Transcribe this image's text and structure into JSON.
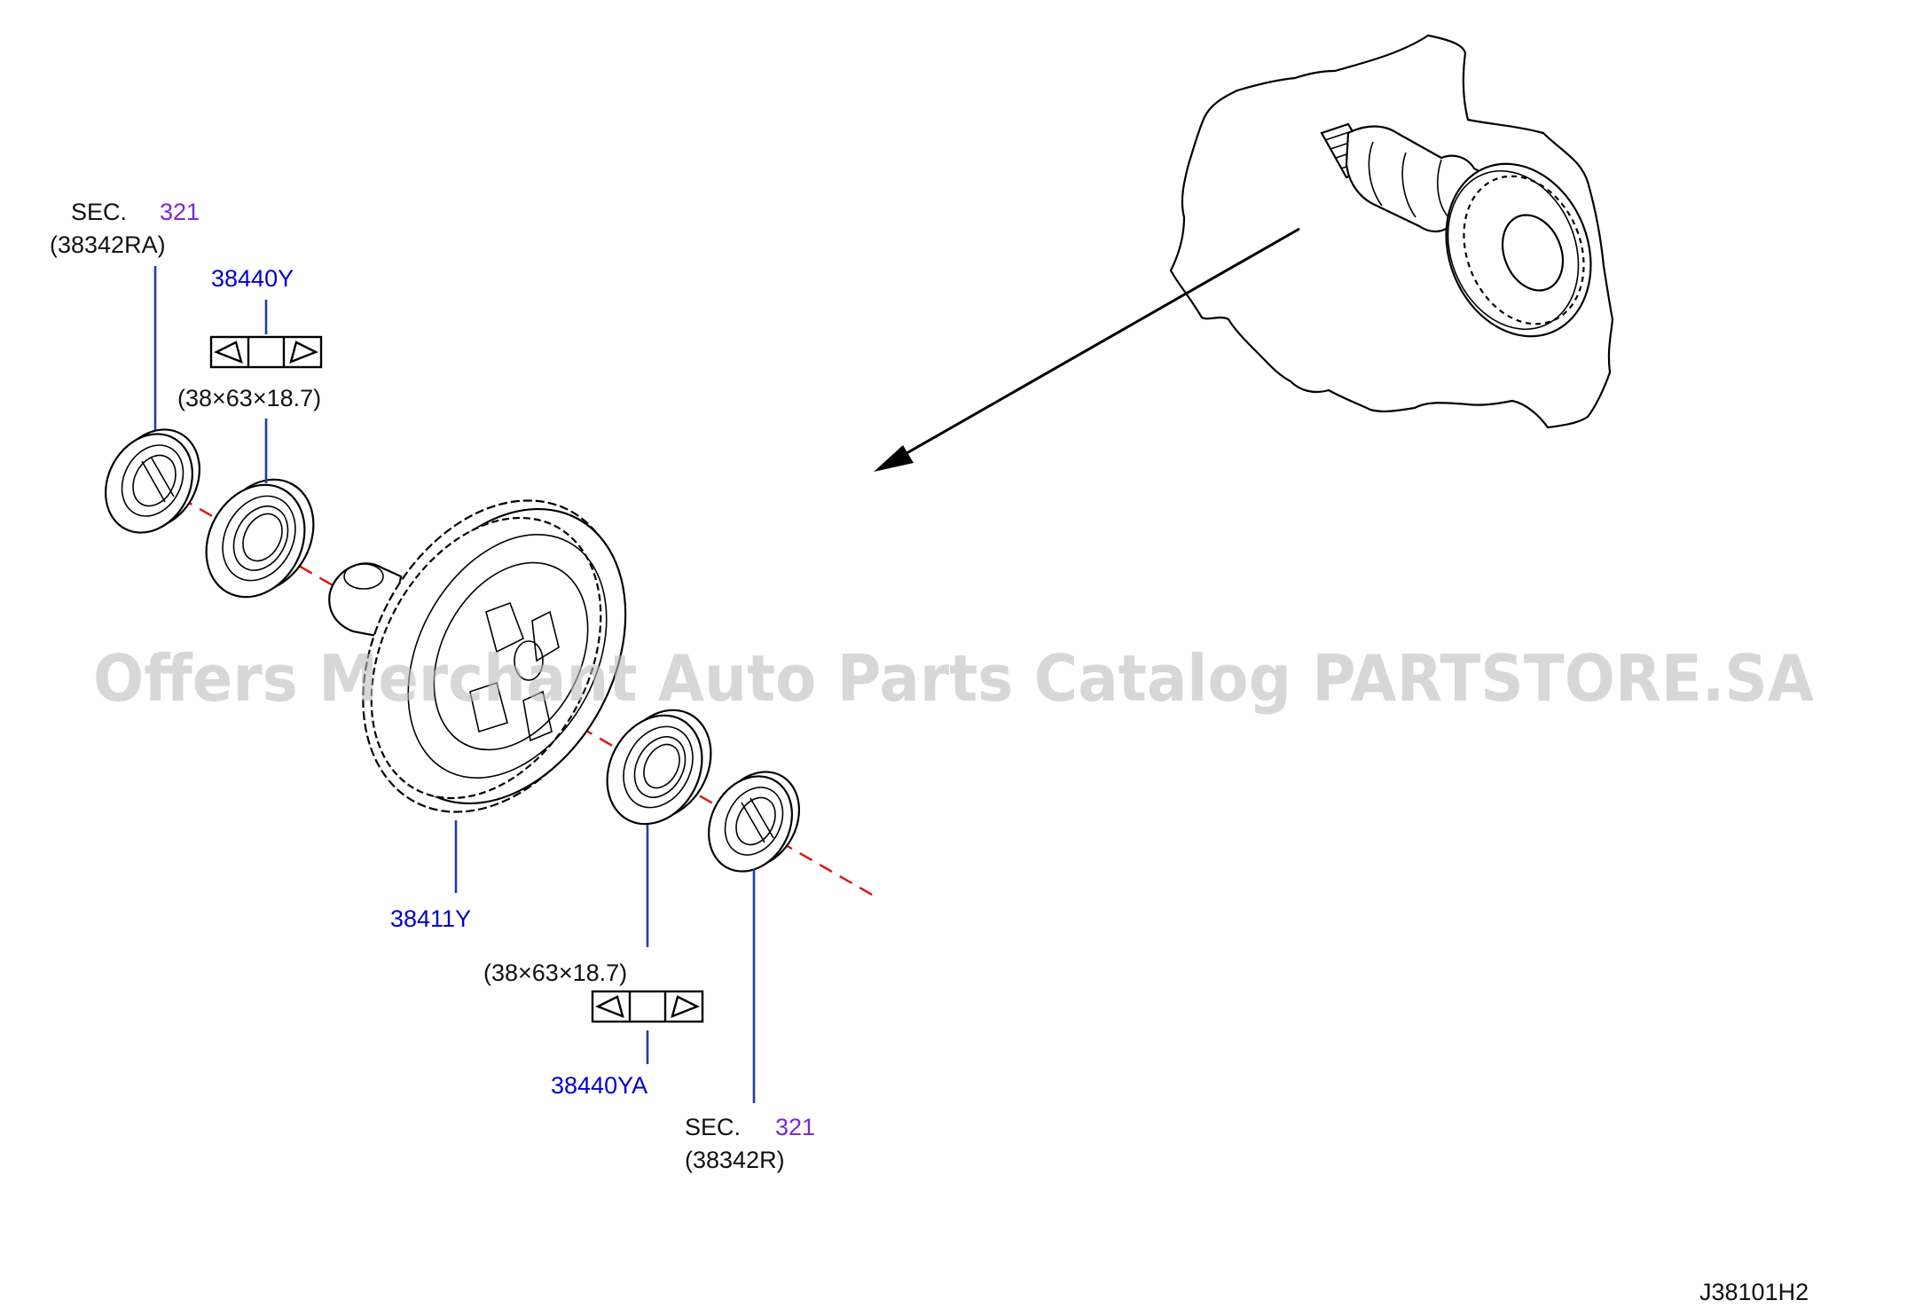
{
  "watermark": "Offers Merchant Auto Parts Catalog PARTSTORE.SA",
  "diagram_code": "J38101H2",
  "callouts": {
    "sec_top": {
      "prefix": "SEC.",
      "number": "321",
      "part": "(38342RA)"
    },
    "bearing_top": {
      "ref": "38440Y",
      "size": "(38×63×18.7)"
    },
    "gear": {
      "ref": "38411Y"
    },
    "bearing_bottom": {
      "ref": "38440YA",
      "size": "(38×63×18.7)"
    },
    "sec_bottom": {
      "prefix": "SEC.",
      "number": "321",
      "part": "(38342R)"
    }
  },
  "colors": {
    "part_number": "#0000cc",
    "section_number": "#7a2ad6",
    "leader_line": "#1f3f9a",
    "center_axis": "#e01010"
  }
}
